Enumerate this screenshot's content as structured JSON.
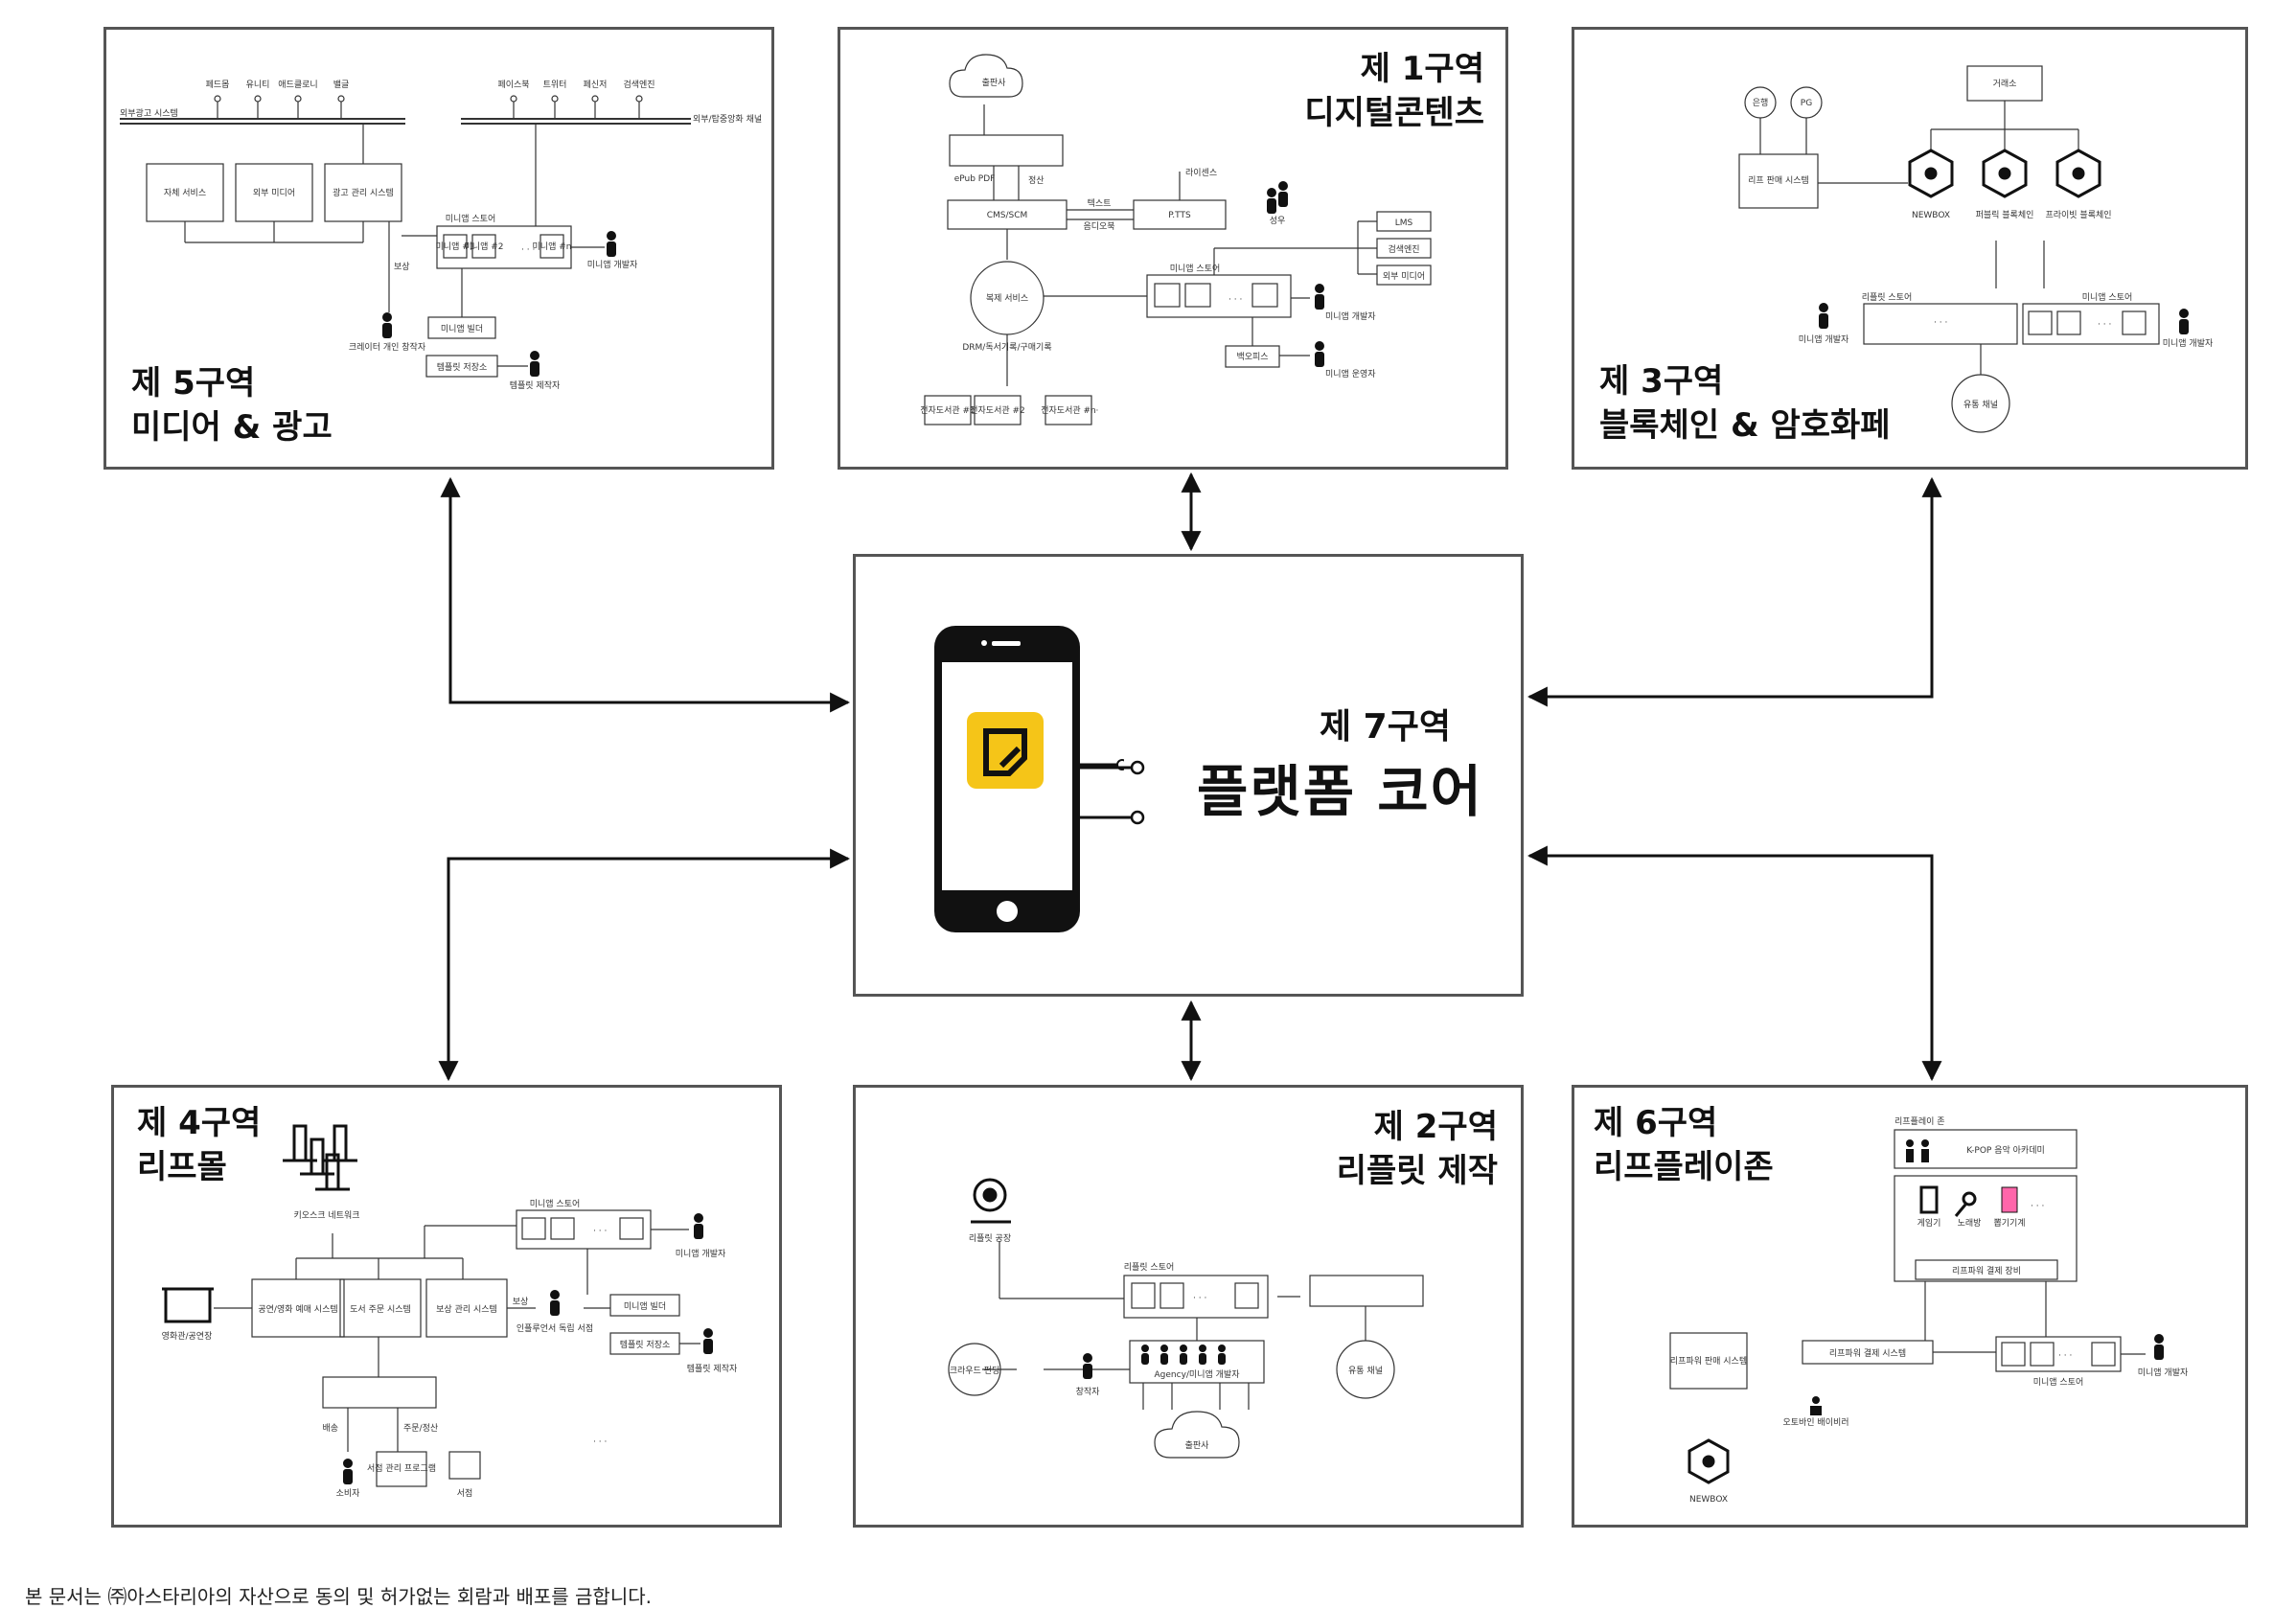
{
  "zones": {
    "z5": {
      "num": "제 5구역",
      "name": "미디어 & 광고"
    },
    "z1": {
      "num": "제 1구역",
      "name": "디지털콘텐츠"
    },
    "z3": {
      "num": "제 3구역",
      "name": "블록체인 & 암호화페"
    },
    "z4": {
      "num": "제 4구역",
      "name": "리프몰"
    },
    "z2": {
      "num": "제 2구역",
      "name": "리플릿 제작"
    },
    "z6": {
      "num": "제 6구역",
      "name": "리프플레이존"
    }
  },
  "core": {
    "num": "제 7구역",
    "name": "플랫폼 코어"
  },
  "labels": {
    "z5": {
      "top_left": [
        "페드몹",
        "유니티",
        "애드클로니",
        "밸글"
      ],
      "top_right": [
        "페이스북",
        "트위터",
        "페신저",
        "검색엔진"
      ],
      "bus_left": "외부광고 시스템",
      "bus_right": "외부/탑중앙화 채널",
      "box1": "자체 서비스",
      "box2": "외부 미디어",
      "box3": "광고 관리 시스템",
      "store": "미니앱 스토어",
      "app1": "미니앱 #1",
      "app2": "미니앱 #2",
      "appn": "미니앱 #n",
      "dev": "미니앱 개발자",
      "reward": "보상",
      "creator": "크레이터 개인 창작자",
      "builder": "미니앱 빌더",
      "template": "템플릿 저장소",
      "tmaker": "템플릿 제작자"
    },
    "z1": {
      "cloud": "출판사",
      "epub": "ePub PDF",
      "settle": "정산",
      "cms": "CMS/SCM",
      "text": "텍스트",
      "voice": "음디오북",
      "ptts": "P.TTS",
      "license": "라이센스",
      "actor": "성우",
      "copy": "복제 서비스",
      "drm": "DRM/독서기록/구매기록",
      "store": "미니앱 스토어",
      "lms": "LMS",
      "search": "검색엔진",
      "media": "외부 미디어",
      "dev": "미니앱 개발자",
      "backoffice": "백오피스",
      "operator": "미니앱 운영자",
      "lib1": "전자도서관 #1",
      "lib2": "전자도서관 #2",
      "libn": "전자도서관 #n"
    },
    "z3": {
      "bank": "은행",
      "pg": "PG",
      "exchange": "거래소",
      "leaf": "리프 판매 시스템",
      "newbox": "NEWBOX",
      "public": "퍼블릭 블록체인",
      "private": "프라이빗 블록체인",
      "lstore": "리플릿 스토어",
      "mstore": "미니앱 스토어",
      "dev1": "미니앱 개발자",
      "dev2": "미니앱 개발자",
      "channel": "유통 채널"
    },
    "z4": {
      "kiosk": "키오스크 네트워크",
      "theater": "영화관/공연장",
      "sys1": "공연/영화 예매 시스템",
      "sys2": "도서 주문 시스템",
      "sys3": "보상 관리 시스템",
      "store": "미니앱 스토어",
      "dev": "미니앱 개발자",
      "reward": "보상",
      "influencer": "인플루언서 독립 서점",
      "builder": "미니앱 빌더",
      "template": "템플릿 저장소",
      "tmaker": "템플릿 제작자",
      "delivery": "배송",
      "order": "주문/정산",
      "consumer": "소비자",
      "bookstore_sys": "서점 관리 프로그램",
      "bookstore": "서점"
    },
    "z2": {
      "factory": "리플릿 공장",
      "crowd": "크라우드 펀딩",
      "creator": "창작자",
      "lstore": "리플릿 스토어",
      "agency": "Agency/미니앱 개발자",
      "publisher": "출판사",
      "channel": "유통 채널"
    },
    "z6": {
      "zone": "리프플레이 존",
      "kpop": "K-POP 음악 아카데미",
      "game": "게임기",
      "karaoke": "노래방",
      "vending": "뽑기기계",
      "payment": "리프파워 결제 장비",
      "leafpower_sys": "리프파워 판매 시스템",
      "pay_sys": "리프파워 결제 시스템",
      "mstore": "미니앱 스토어",
      "dev": "미니앱 개발자",
      "newbox": "NEWBOX",
      "delivery": "오토바인 배이비러"
    }
  },
  "footer": "본 문서는 ㈜아스타리아의 자산으로 동의 및 허가없는 회람과 배포를 금합니다."
}
